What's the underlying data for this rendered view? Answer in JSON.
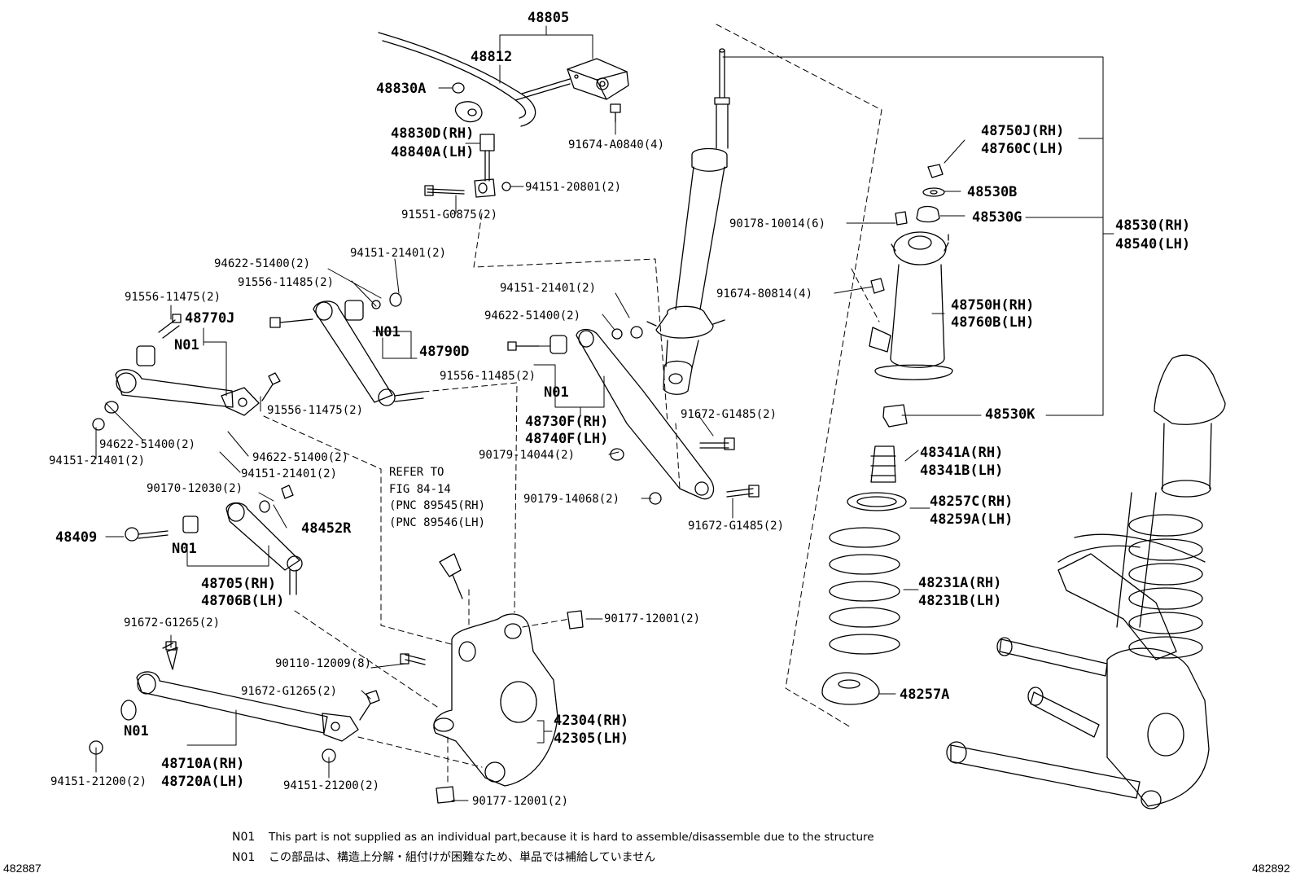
{
  "labels": [
    {
      "id": "48805",
      "text": "48805",
      "big": true
    },
    {
      "id": "48812",
      "text": "48812",
      "big": true
    },
    {
      "id": "48830a",
      "text": "48830A",
      "big": true
    },
    {
      "id": "48830d",
      "text": "48830D(RH)",
      "big": true
    },
    {
      "id": "48840a",
      "text": "48840A(LH)",
      "big": true
    },
    {
      "id": "91674-a0840",
      "text": "91674-A0840(4)",
      "big": false
    },
    {
      "id": "94151-20801",
      "text": "94151-20801(2)",
      "big": false
    },
    {
      "id": "91551-g0875",
      "text": "91551-G0875(2)",
      "big": false
    },
    {
      "id": "94151-21401-top",
      "text": "94151-21401(2)",
      "big": false
    },
    {
      "id": "94622-51400-top",
      "text": "94622-51400(2)",
      "big": false
    },
    {
      "id": "91556-11485-top",
      "text": "91556-11485(2)",
      "big": false
    },
    {
      "id": "91556-11475-left",
      "text": "91556-11475(2)",
      "big": false
    },
    {
      "id": "48770j",
      "text": "48770J",
      "big": true
    },
    {
      "id": "n01-1",
      "text": "N01",
      "big": true
    },
    {
      "id": "n01-2",
      "text": "N01",
      "big": true
    },
    {
      "id": "48790d",
      "text": "48790D",
      "big": true
    },
    {
      "id": "94151-21401-mid",
      "text": "94151-21401(2)",
      "big": false
    },
    {
      "id": "94622-51400-mid",
      "text": "94622-51400(2)",
      "big": false
    },
    {
      "id": "91556-11485-mid",
      "text": "91556-11485(2)",
      "big": false
    },
    {
      "id": "n01-3",
      "text": "N01",
      "big": true
    },
    {
      "id": "48730f",
      "text": "48730F(RH)",
      "big": true
    },
    {
      "id": "48740f",
      "text": "48740F(LH)",
      "big": true
    },
    {
      "id": "91556-11475-mid",
      "text": "91556-11475(2)",
      "big": false
    },
    {
      "id": "94622-51400-left",
      "text": "94622-51400(2)",
      "big": false
    },
    {
      "id": "94151-21401-left",
      "text": "94151-21401(2)",
      "big": false
    },
    {
      "id": "94622-51400-low",
      "text": "94622-51400(2)",
      "big": false
    },
    {
      "id": "94151-21401-low",
      "text": "94151-21401(2)",
      "big": false
    },
    {
      "id": "90179-14044",
      "text": "90179-14044(2)",
      "big": false
    },
    {
      "id": "91672-g1485-a",
      "text": "91672-G1485(2)",
      "big": false
    },
    {
      "id": "90179-14068",
      "text": "90179-14068(2)",
      "big": false
    },
    {
      "id": "91672-g1485-b",
      "text": "91672-G1485(2)",
      "big": false
    },
    {
      "id": "refer-1",
      "text": "REFER TO",
      "big": false
    },
    {
      "id": "refer-2",
      "text": "FIG 84-14",
      "big": false
    },
    {
      "id": "refer-3",
      "text": "(PNC 89545(RH)",
      "big": false
    },
    {
      "id": "refer-4",
      "text": "(PNC 89546(LH)",
      "big": false
    },
    {
      "id": "90170-12030",
      "text": "90170-12030(2)",
      "big": false
    },
    {
      "id": "48452r",
      "text": "48452R",
      "big": true
    },
    {
      "id": "48409",
      "text": "48409",
      "big": true
    },
    {
      "id": "n01-4",
      "text": "N01",
      "big": true
    },
    {
      "id": "48705",
      "text": "48705(RH)",
      "big": true
    },
    {
      "id": "48706b",
      "text": "48706B(LH)",
      "big": true
    },
    {
      "id": "91672-g1265-a",
      "text": "91672-G1265(2)",
      "big": false
    },
    {
      "id": "90177-12001-a",
      "text": "90177-12001(2)",
      "big": false
    },
    {
      "id": "90110-12009",
      "text": "90110-12009(8)",
      "big": false
    },
    {
      "id": "91672-g1265-b",
      "text": "91672-G1265(2)",
      "big": false
    },
    {
      "id": "n01-5",
      "text": "N01",
      "big": true
    },
    {
      "id": "42304",
      "text": "42304(RH)",
      "big": true
    },
    {
      "id": "42305",
      "text": "42305(LH)",
      "big": true
    },
    {
      "id": "48710a",
      "text": "48710A(RH)",
      "big": true
    },
    {
      "id": "48720a",
      "text": "48720A(LH)",
      "big": true
    },
    {
      "id": "94151-21200-a",
      "text": "94151-21200(2)",
      "big": false
    },
    {
      "id": "94151-21200-b",
      "text": "94151-21200(2)",
      "big": false
    },
    {
      "id": "90177-12001-b",
      "text": "90177-12001(2)",
      "big": false
    },
    {
      "id": "48750j",
      "text": "48750J(RH)",
      "big": true
    },
    {
      "id": "48760c",
      "text": "48760C(LH)",
      "big": true
    },
    {
      "id": "48530b",
      "text": "48530B",
      "big": true
    },
    {
      "id": "90178-10014",
      "text": "90178-10014(6)",
      "big": false
    },
    {
      "id": "48530g",
      "text": "48530G",
      "big": true
    },
    {
      "id": "48530",
      "text": "48530(RH)",
      "big": true
    },
    {
      "id": "48540",
      "text": "48540(LH)",
      "big": true
    },
    {
      "id": "91674-80814",
      "text": "91674-80814(4)",
      "big": false
    },
    {
      "id": "48750h",
      "text": "48750H(RH)",
      "big": true
    },
    {
      "id": "48760b",
      "text": "48760B(LH)",
      "big": true
    },
    {
      "id": "48530k",
      "text": "48530K",
      "big": true
    },
    {
      "id": "48341a",
      "text": "48341A(RH)",
      "big": true
    },
    {
      "id": "48341b",
      "text": "48341B(LH)",
      "big": true
    },
    {
      "id": "48257c",
      "text": "48257C(RH)",
      "big": true
    },
    {
      "id": "48259a",
      "text": "48259A(LH)",
      "big": true
    },
    {
      "id": "48231a",
      "text": "48231A(RH)",
      "big": true
    },
    {
      "id": "48231b",
      "text": "48231B(LH)",
      "big": true
    },
    {
      "id": "48257a",
      "text": "48257A",
      "big": true
    }
  ],
  "notes": {
    "en_code": "N01",
    "en_text": "This part is not supplied as an individual part,because it is hard to assemble/disassemble due to the structure",
    "jp_code": "N01",
    "jp_text": "この部品は、構造上分解・組付けが困難なため、単品では補給していません"
  },
  "corner_codes": {
    "left": "482887",
    "right": "482892"
  }
}
